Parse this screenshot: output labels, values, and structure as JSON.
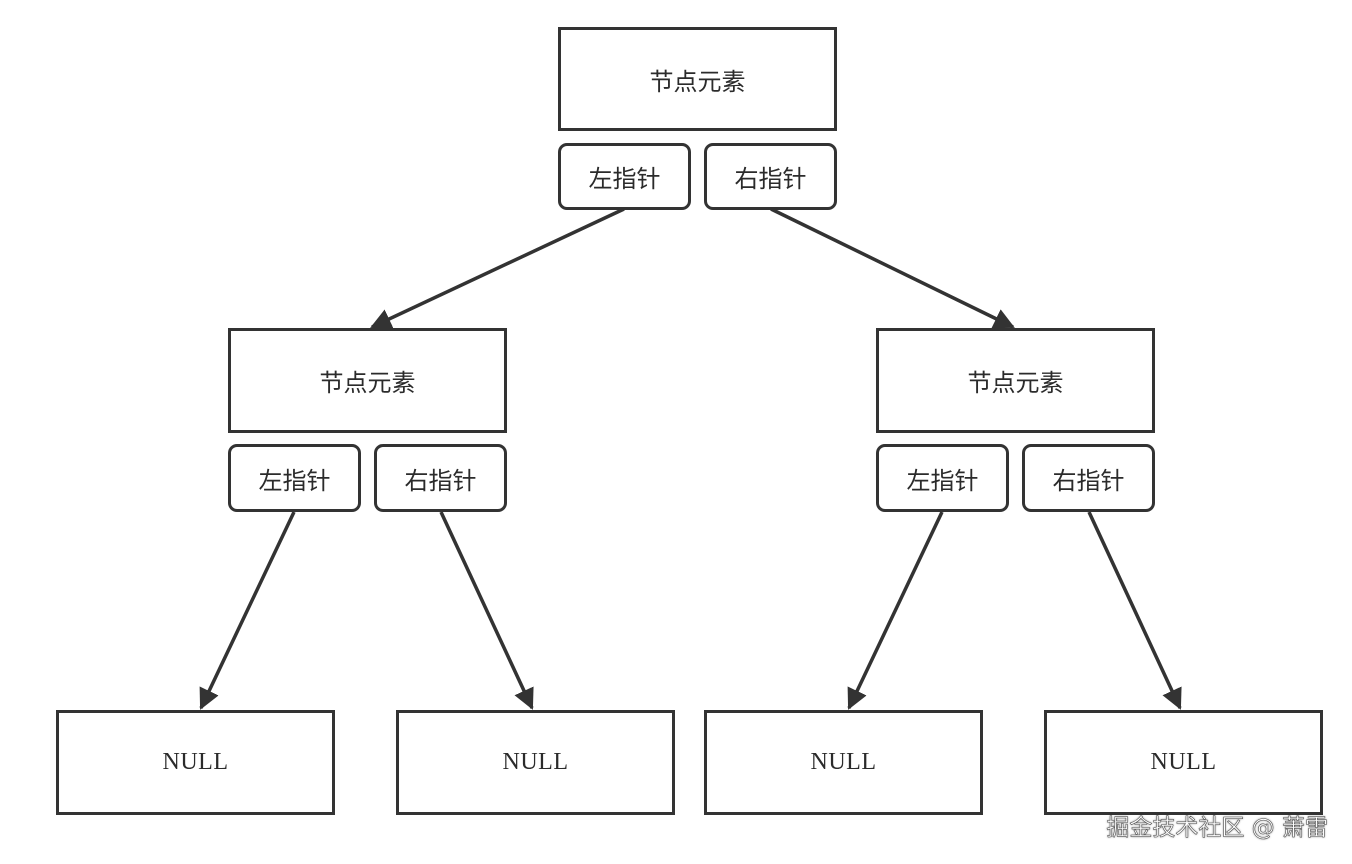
{
  "nodes": {
    "root": {
      "element": "节点元素",
      "left_pointer": "左指针",
      "right_pointer": "右指针"
    },
    "left_child": {
      "element": "节点元素",
      "left_pointer": "左指针",
      "right_pointer": "右指针"
    },
    "right_child": {
      "element": "节点元素",
      "left_pointer": "左指针",
      "right_pointer": "右指针"
    }
  },
  "leaves": [
    "NULL",
    "NULL",
    "NULL",
    "NULL"
  ],
  "watermark": "掘金技术社区 @ 萧雷",
  "colors": {
    "stroke": "#333333",
    "background": "#ffffff"
  }
}
